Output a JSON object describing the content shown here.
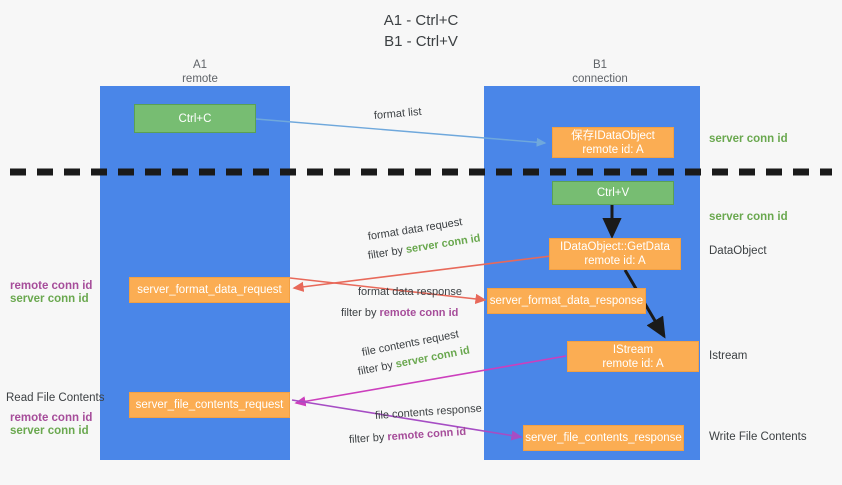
{
  "title": {
    "line1": "A1 - Ctrl+C",
    "line2": "B1 - Ctrl+V"
  },
  "lanes": [
    {
      "name": "A1",
      "sub": "remote"
    },
    {
      "name": "B1",
      "sub": "connection"
    }
  ],
  "nodes": {
    "ctrl_c": {
      "l1": "Ctrl+C",
      "l2": ""
    },
    "save_idataobject": {
      "l1": "保存IDataObject",
      "l2": "remote id: A"
    },
    "ctrl_v": {
      "l1": "Ctrl+V",
      "l2": ""
    },
    "getdata": {
      "l1": "IDataObject::GetData",
      "l2": "remote id: A"
    },
    "istream": {
      "l1": "IStream",
      "l2": "remote id: A"
    },
    "fmt_req": {
      "l1": "server_format_data_request",
      "l2": ""
    },
    "fmt_resp": {
      "l1": "server_format_data_response",
      "l2": ""
    },
    "file_req": {
      "l1": "server_file_contents_request",
      "l2": ""
    },
    "file_resp": {
      "l1": "server_file_contents_response",
      "l2": ""
    }
  },
  "captions": {
    "format_list": "format list",
    "fmt_data_req": "format data request",
    "fmt_data_req_f_pre": "filter by ",
    "fmt_data_req_f_key": "server conn id",
    "fmt_data_resp": "format data response",
    "fmt_data_resp_f_pre": "filter by ",
    "fmt_data_resp_f_key": "remote conn id",
    "file_req": "file contents request",
    "file_req_f_pre": "filter by ",
    "file_req_f_key": "server conn id",
    "file_resp": "file contents response",
    "file_resp_f_pre": "filter by ",
    "file_resp_f_key": "remote conn id"
  },
  "annotations": {
    "right_server_conn_1": "server conn id",
    "right_server_conn_2": "server conn id",
    "right_dataobject": "DataObject",
    "right_istream": "Istream",
    "right_write_file": "Write File Contents",
    "left_remote_conn_1": "remote conn id",
    "left_server_conn_1": "server conn id",
    "left_read_file": "Read File Contents",
    "left_remote_conn_2": "remote conn id",
    "left_server_conn_2": "server conn id"
  },
  "colors": {
    "lane": "#4a86e8",
    "green_node": "#77bd72",
    "orange_node": "#fbad53",
    "green_text": "#6aa84f",
    "purple_text": "#a64d9a",
    "red_arrow": "#e8695a",
    "magenta_arrow": "#cc3fbd",
    "purple_arrow": "#a64dc4",
    "blue_arrow": "#6fa8dc",
    "dashed_divider": "#1a1a1a"
  }
}
